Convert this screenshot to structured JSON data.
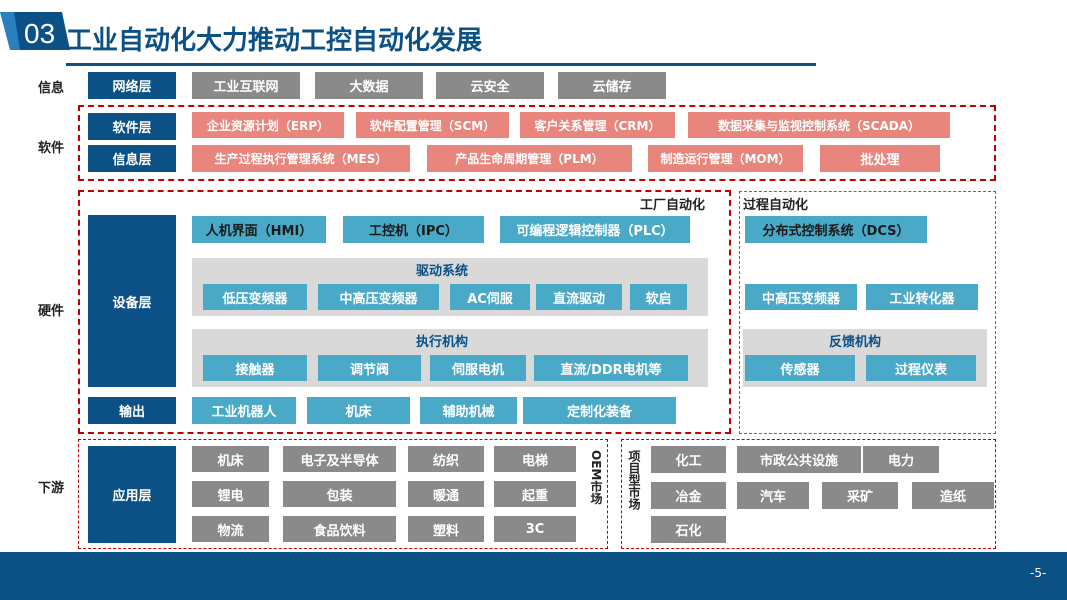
{
  "header": {
    "number": "03",
    "title": "工业自动化大力推动工控自动化发展"
  },
  "row_labels": {
    "info": "信息",
    "software": "软件",
    "hardware": "硬件",
    "downstream": "下游"
  },
  "info_row": {
    "label": "网络层",
    "items": [
      "工业互联网",
      "大数据",
      "云安全",
      "云储存"
    ]
  },
  "software_row": {
    "label": "软件层",
    "items": [
      "企业资源计划（ERP）",
      "软件配置管理（SCM）",
      "客户关系管理（CRM）",
      "数据采集与监视控制系统（SCADA）"
    ]
  },
  "infolayer_row": {
    "label": "信息层",
    "items": [
      "生产过程执行管理系统（MES）",
      "产品生命周期管理（PLM）",
      "制造运行管理（MOM）",
      "批处理"
    ]
  },
  "factory": {
    "title": "工厂自动化",
    "device_label": "设备层",
    "top_items": [
      "人机界面（HMI）",
      "工控机（IPC）",
      "可编程逻辑控制器（PLC）"
    ],
    "drive": {
      "title": "驱动系统",
      "items": [
        "低压变频器",
        "中高压变频器",
        "AC伺服",
        "直流驱动",
        "软启"
      ]
    },
    "actuator": {
      "title": "执行机构",
      "items": [
        "接触器",
        "调节阀",
        "伺服电机",
        "直流/DDR电机等"
      ]
    },
    "output_label": "输出",
    "output_items": [
      "工业机器人",
      "机床",
      "辅助机械",
      "定制化装备"
    ]
  },
  "process": {
    "title": "过程自动化",
    "top_items": [
      "分布式控制系统（DCS）"
    ],
    "mid_items": [
      "中高压变频器",
      "工业转化器"
    ],
    "feedback": {
      "title": "反馈机构",
      "items": [
        "传感器",
        "过程仪表"
      ]
    }
  },
  "downstream": {
    "label": "应用层",
    "oem_label": "OEM市场",
    "oem_items": [
      [
        "机床",
        "电子及半导体",
        "纺织",
        "电梯"
      ],
      [
        "锂电",
        "包装",
        "暖通",
        "起重"
      ],
      [
        "物流",
        "食品饮料",
        "塑料",
        "3C"
      ]
    ],
    "project_label": "项目型市场",
    "project_items": [
      [
        "化工",
        "市政公共设施",
        "电力"
      ],
      [
        "冶金",
        "汽车",
        "采矿",
        "造纸"
      ],
      [
        "石化"
      ]
    ]
  },
  "footer": {
    "page": "-5-"
  }
}
